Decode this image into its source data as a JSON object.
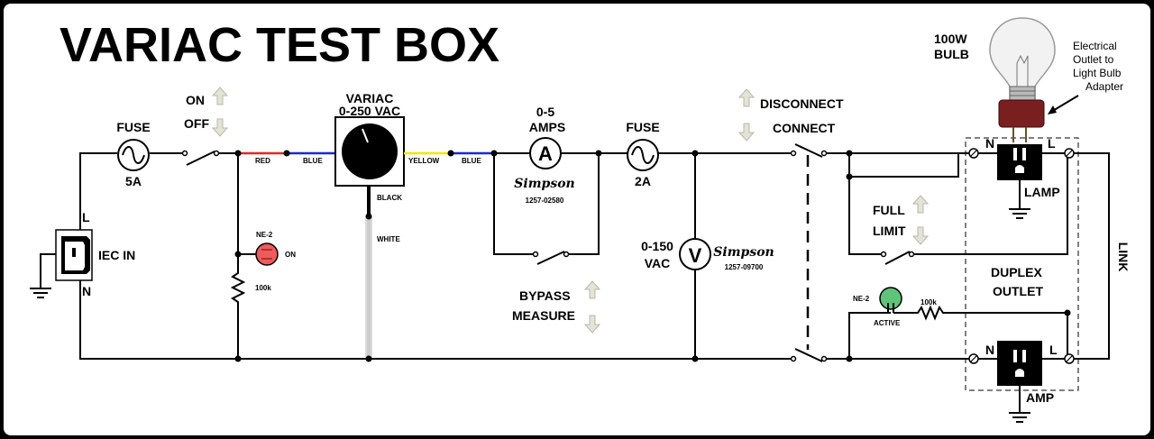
{
  "title": "VARIAC TEST BOX",
  "iec": {
    "label": "IEC IN",
    "l": "L",
    "n": "N"
  },
  "fuse1": {
    "label": "FUSE",
    "rating": "5A"
  },
  "power_switch": {
    "on": "ON",
    "off": "OFF"
  },
  "wire_colors": {
    "red": "RED",
    "blue1": "BLUE",
    "yellow": "YELLOW",
    "blue2": "BLUE",
    "black": "BLACK",
    "white": "WHITE"
  },
  "colors": {
    "red": "#e8271f",
    "blue": "#1a28d8",
    "yellow": "#f2e500",
    "neon_on": "#ef5b5b",
    "neon_active": "#5ec47a",
    "socket_brown": "#7a1f1f"
  },
  "neon1": {
    "label": "NE-2",
    "status": "ON",
    "resistor": "100k"
  },
  "variac": {
    "title": "VARIAC",
    "range": "0-250 VAC"
  },
  "ammeter": {
    "range": "0-5",
    "unit": "AMPS",
    "symbol": "A",
    "brand": "Simpson",
    "model": "1257-02580"
  },
  "bypass": {
    "bypass": "BYPASS",
    "measure": "MEASURE"
  },
  "fuse2": {
    "label": "FUSE",
    "rating": "2A"
  },
  "voltmeter": {
    "range": "0-150",
    "unit": "VAC",
    "symbol": "V",
    "brand": "Simpson",
    "model": "1257-09700"
  },
  "disconnect": {
    "disconnect": "DISCONNECT",
    "connect": "CONNECT"
  },
  "full_limit": {
    "full": "FULL",
    "limit": "LIMIT"
  },
  "neon2": {
    "label": "NE-2",
    "status": "ACTIVE",
    "resistor": "100k"
  },
  "bulb": {
    "watts": "100W",
    "label": "BULB",
    "adapter_note": [
      "Electrical",
      "Outlet to",
      "Light Bulb",
      "Adapter"
    ]
  },
  "outlet": {
    "duplex": "DUPLEX",
    "outlet": "OUTLET",
    "n": "N",
    "l": "L",
    "lamp": "LAMP",
    "amp": "AMP",
    "link": "LINK"
  }
}
